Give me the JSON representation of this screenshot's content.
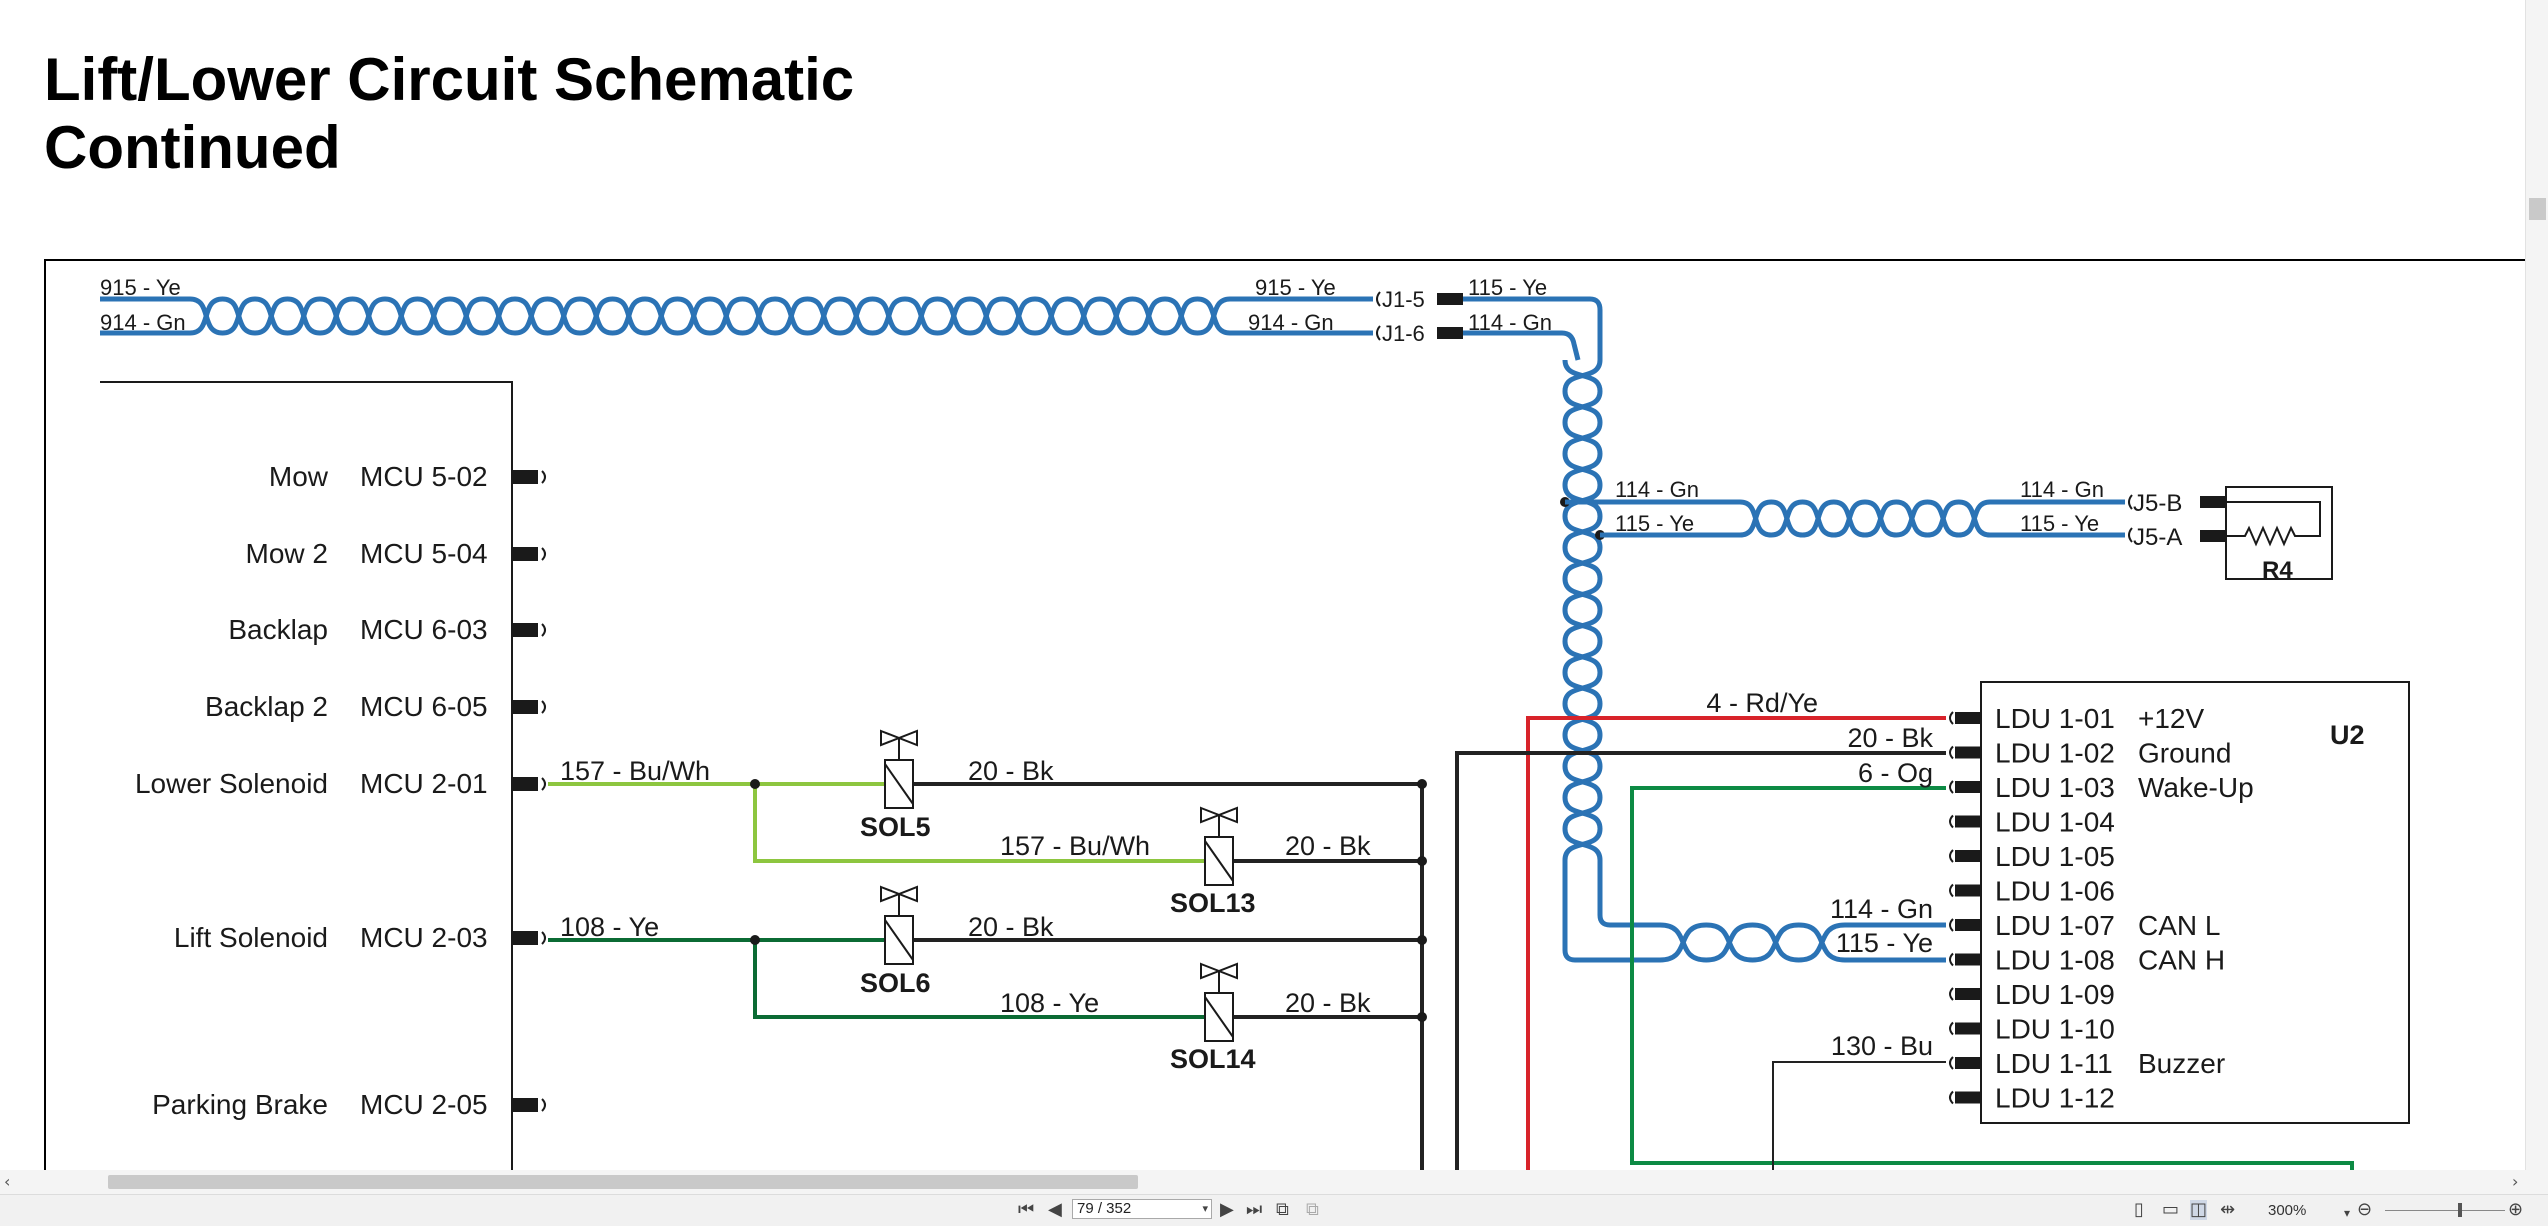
{
  "title": {
    "line1": "Lift/Lower Circuit Schematic",
    "line2": "Continued"
  },
  "wires": {
    "w915_left": "915 - Ye",
    "w914_left": "914 - Gn",
    "w915_right": "915 - Ye",
    "w914_right": "914 - Gn",
    "w115_top": "115 - Ye",
    "w114_top": "114 - Gn",
    "w114_j5": "114 - Gn",
    "w115_j5": "115 - Ye",
    "w114_j5b": "114 - Gn",
    "w115_j5a": "115 - Ye",
    "w157_a": "157 - Bu/Wh",
    "w157_b": "157 - Bu/Wh",
    "w108_a": "108 - Ye",
    "w108_b": "108 - Ye",
    "w20_a": "20 - Bk",
    "w20_b": "20 - Bk",
    "w20_c": "20 - Bk",
    "w20_d": "20 - Bk",
    "w4": "4 - Rd/Ye",
    "w20_ldu": "20 - Bk",
    "w6": "6 - Og",
    "w114_ldu": "114 - Gn",
    "w115_ldu": "115 - Ye",
    "w130": "130 - Bu"
  },
  "connectors": {
    "j1_5": "J1-5",
    "j1_6": "J1-6",
    "j5_b": "J5-B",
    "j5_a": "J5-A",
    "r4": "R4",
    "u2": "U2"
  },
  "mcu_pins": [
    {
      "label": "Mow",
      "pin": "MCU 5-02"
    },
    {
      "label": "Mow 2",
      "pin": "MCU 5-04"
    },
    {
      "label": "Backlap",
      "pin": "MCU 6-03"
    },
    {
      "label": "Backlap 2",
      "pin": "MCU 6-05"
    },
    {
      "label": "Lower Solenoid",
      "pin": "MCU 2-01"
    },
    {
      "label": "Lift Solenoid",
      "pin": "MCU 2-03"
    },
    {
      "label": "Parking Brake",
      "pin": "MCU 2-05"
    }
  ],
  "solenoids": {
    "sol5": "SOL5",
    "sol13": "SOL13",
    "sol6": "SOL6",
    "sol14": "SOL14"
  },
  "ldu_pins": [
    {
      "pin": "LDU 1-01",
      "func": "+12V"
    },
    {
      "pin": "LDU 1-02",
      "func": "Ground"
    },
    {
      "pin": "LDU 1-03",
      "func": "Wake-Up"
    },
    {
      "pin": "LDU 1-04",
      "func": ""
    },
    {
      "pin": "LDU 1-05",
      "func": ""
    },
    {
      "pin": "LDU 1-06",
      "func": ""
    },
    {
      "pin": "LDU 1-07",
      "func": "CAN L"
    },
    {
      "pin": "LDU 1-08",
      "func": "CAN H"
    },
    {
      "pin": "LDU 1-09",
      "func": ""
    },
    {
      "pin": "LDU 1-10",
      "func": ""
    },
    {
      "pin": "LDU 1-11",
      "func": "Buzzer"
    },
    {
      "pin": "LDU 1-12",
      "func": ""
    }
  ],
  "colors": {
    "twisted_pair": "#2b73b5",
    "light_green": "#8dc63f",
    "dark_green": "#0b6b34",
    "red": "#d8232a",
    "green_wake": "#0d8a44",
    "black": "#222222"
  },
  "viewer": {
    "page_indicator": "79 / 352",
    "zoom": "300%"
  }
}
